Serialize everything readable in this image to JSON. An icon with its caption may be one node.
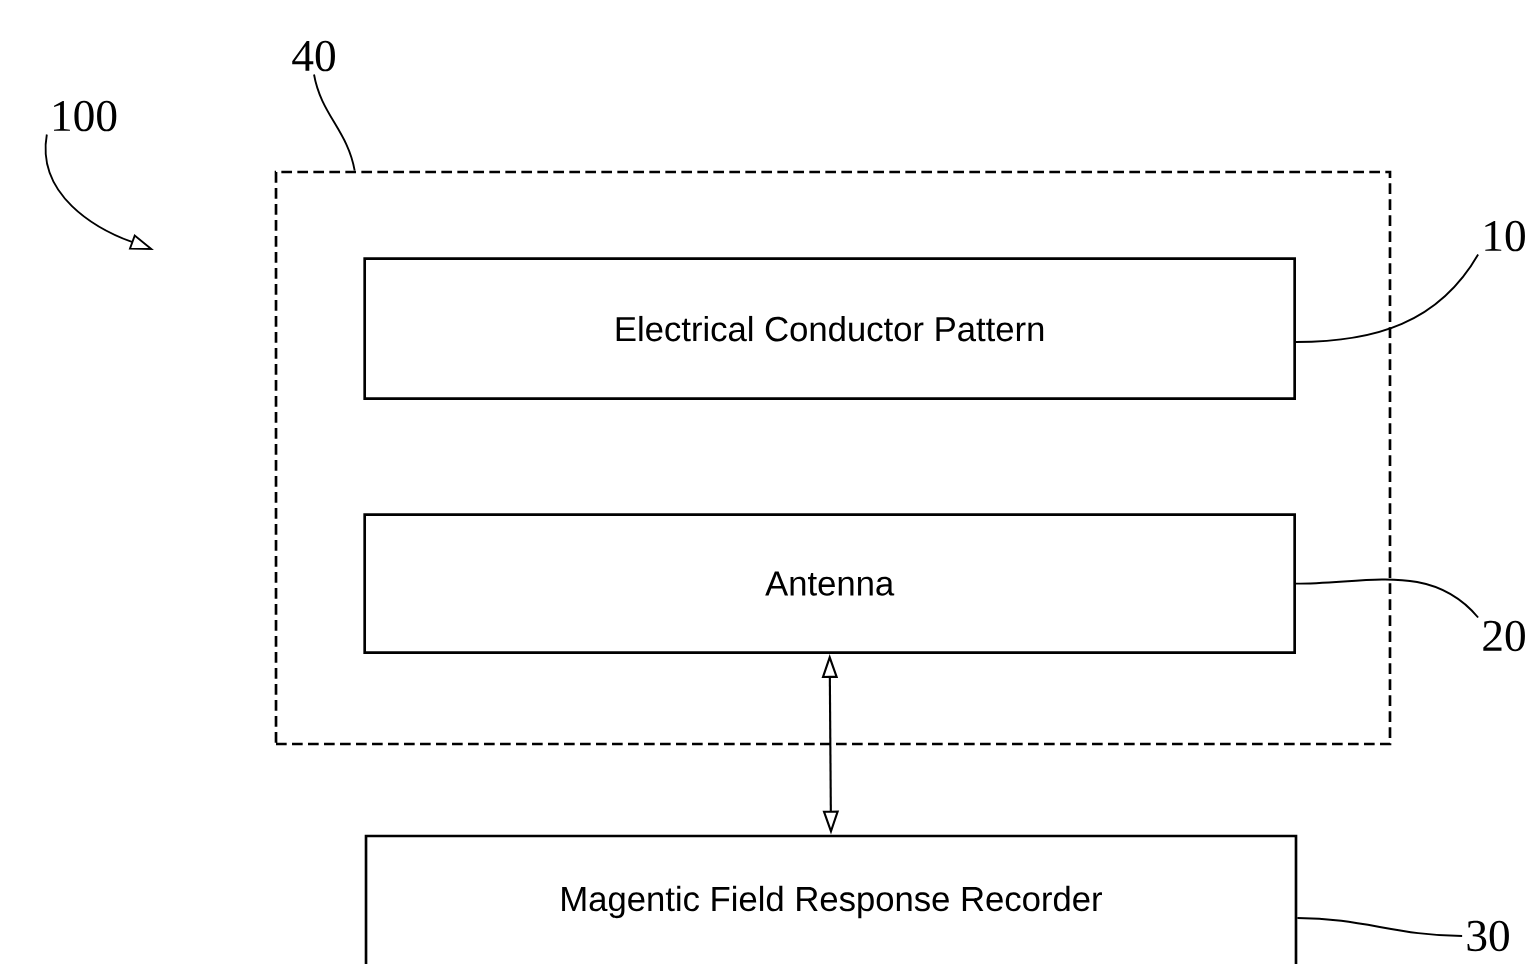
{
  "diagram": {
    "nodes": [
      {
        "text": [],
        "shape": "box"
      },
      {
        "text": [
          "Electrical Conductor Pattern"
        ],
        "in": 0
      },
      {
        "text": [
          "Antenna"
        ],
        "in": 0
      },
      {
        "text": [
          "Magentic Field Response Recorder"
        ]
      },
      {
        "text": [
          "40"
        ]
      },
      {
        "text": [
          "10"
        ]
      },
      {
        "text": [
          "20"
        ]
      },
      {
        "text": [
          "30"
        ]
      },
      {
        "text": [
          "100"
        ]
      }
    ],
    "edges": [
      {
        "from": 4,
        "to": 0,
        "arrow": "none"
      },
      {
        "from": 5,
        "to": 1,
        "arrow": "none"
      },
      {
        "from": 6,
        "to": 2,
        "arrow": "none"
      },
      {
        "from": 7,
        "to": 3,
        "arrow": "none"
      },
      {
        "from": 8,
        "to": null,
        "arrow": "to"
      },
      {
        "from": 2,
        "to": 3,
        "arrow": "both"
      }
    ]
  }
}
